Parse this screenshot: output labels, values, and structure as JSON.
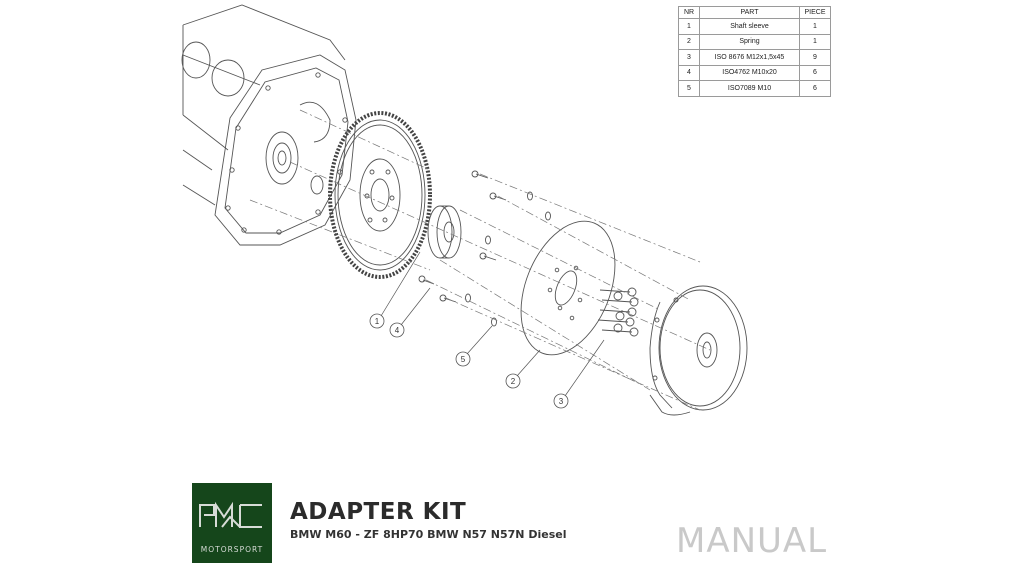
{
  "parts_table": {
    "headers": {
      "nr": "NR",
      "part": "PART",
      "piece": "PIECE"
    },
    "rows": [
      {
        "nr": "1",
        "part": "Shaft sleeve",
        "piece": "1"
      },
      {
        "nr": "2",
        "part": "Spring",
        "piece": "1"
      },
      {
        "nr": "3",
        "part": "ISO 8676 M12x1,5x45",
        "piece": "9"
      },
      {
        "nr": "4",
        "part": "ISO4762 M10x20",
        "piece": "6"
      },
      {
        "nr": "5",
        "part": "ISO7089 M10",
        "piece": "6"
      }
    ]
  },
  "callouts": [
    "1",
    "4",
    "5",
    "2",
    "3"
  ],
  "logo": {
    "text": "MOTORSPORT",
    "background": "#15461b"
  },
  "title": "ADAPTER KIT",
  "subtitle": "BMW M60 - ZF 8HP70 BMW N57 N57N Diesel",
  "manual_label": "MANUAL"
}
